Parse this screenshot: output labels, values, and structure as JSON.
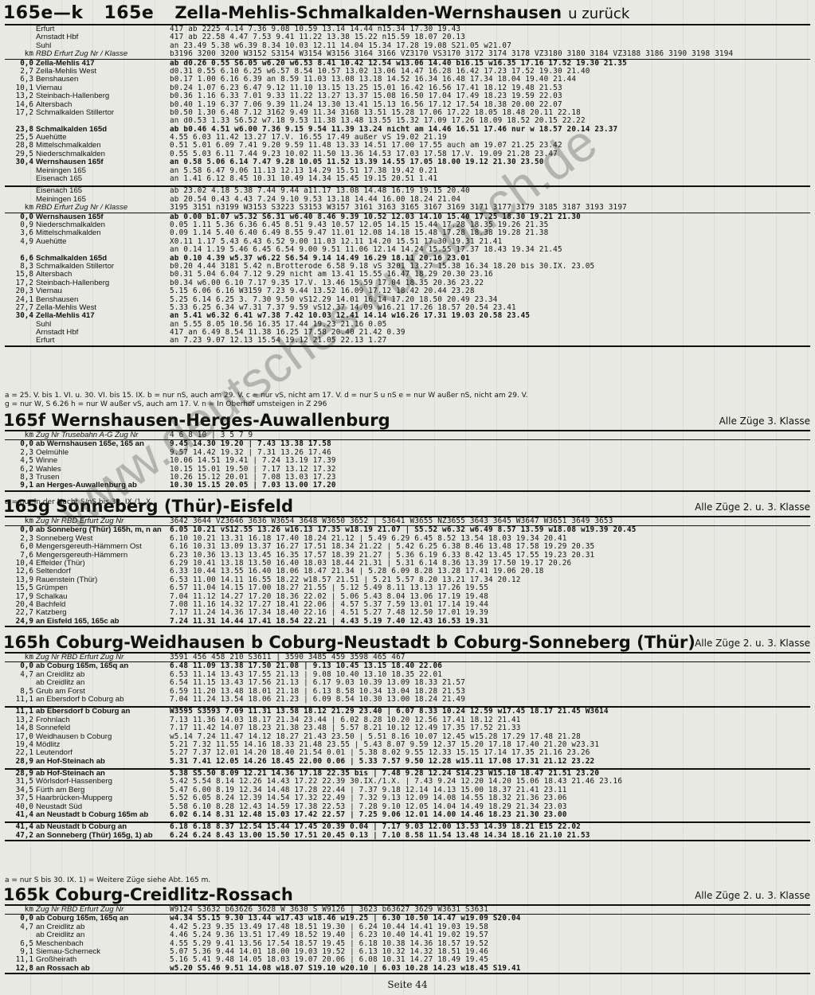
{
  "page": {
    "group_label": "165e—k",
    "page_number": "Seite 44",
    "watermark": "www.deutsches-kursbuch.de"
  },
  "sections": [
    {
      "id": "165e",
      "number": "165e",
      "title": "Zella-Mehlis-Schmalkalden-Wernshausen",
      "suffix": "u zurück",
      "note": "",
      "rows": [
        {
          "km": "",
          "station": "Erfurt",
          "times": "417 ab 2225  4.14  7.36 9.08 10.59 13.14 14.44 n15.34 17.30 19.43"
        },
        {
          "km": "",
          "station": "Arnstadt Hbf",
          "times": "417 ab 22.58 4.47 7.53 9.41 11.22 13.38 15.22 n15.59 18.07 20.13"
        },
        {
          "km": "",
          "station": "Suhl",
          "times": "an 23.49 5.38 w6.39 8.34 10.03 12.11 14.04 15.34 17.28 19.08 S21.05 w21.07"
        },
        {
          "km": "km",
          "station": "RBD Erfurt  Zug Nr / Klasse",
          "times": "b3196 3200 3200 W3152 S3154 W3154 W3156 3164 3166 VZ3170 VS3170 3172 3174 3178 VZ3180 3180 3184 VZ3188 3186 3190 3198 3194",
          "header": true
        },
        {
          "km": "0,0",
          "station": "Zella-Mehlis 417",
          "times": "ab d0.26 0.55 S6.05 w6.20 w6.53 8.41 10.42 12.54 w13.06 14.40 b16.15 w16.35 17.16 17.52 19.30 21.35",
          "bold": true
        },
        {
          "km": "2,7",
          "station": "Zella-Mehlis West",
          "times": "d0.31 0.55 6.10 6.25 w6.57 8.54 10.57 13.02 13.06 14.47 16.28 16.42 17.23 17.52 19.30 21.40"
        },
        {
          "km": "6,3",
          "station": "Benshausen",
          "times": "b0.17 1.00 6.16 6.39 an 8.59 11.03 13.08 13.18 14.52 16.34 16.48 17.34 18.04 19.40 21.44"
        },
        {
          "km": "10,1",
          "station": "Viernau",
          "times": "b0.24 1.07 6.23 6.47 9.12 11.10 13.15 13.25 15.01 16.42 16.56 17.41 18.12 19.48 21.53"
        },
        {
          "km": "13,2",
          "station": "Steinbach-Hallenberg",
          "times": "b0.36 1.16 6.33 7.01 9.33 11.22 13.27 13.37 15.08 16.50 17.04 17.49 18.23 19.59 22.03"
        },
        {
          "km": "14,6",
          "station": "Altersbach",
          "times": "b0.40 1.19 6.37 7.06 9.39 11.24 13.30 13.41 15.13 16.56 17.12 17.54 18.38 20.00 22.07"
        },
        {
          "km": "17,2",
          "station": "Schmalkalden Stillertor",
          "times": "b0.50 1.30 6.48 7.12 3162 9.49 11.34 3168 13.51 15.28 17.06 17.22 18.05 18.48 20.11 22.18"
        },
        {
          "km": "",
          "station": "",
          "times": "an d0.53 1.33 S6.52 w7.18 9.53 11.38 13.48 13.55 15.32 17.09 17.26 18.09 18.52 20.15 22.22"
        },
        {
          "km": "23,8",
          "station": "Schmalkalden 165d",
          "times": "ab b0.46 4.51 w6.00 7.36 9.15 9.54 11.39 13.24 nicht am 14.46 16.51 17.46 nur w 18.57 20.14 23.37",
          "bold": true
        },
        {
          "km": "25,5",
          "station": "Auehütte",
          "times": "4.55 6.03 11.42 13.27 17.V. 16.55 17.49 außer vS 19.02 21.19"
        },
        {
          "km": "28,8",
          "station": "Mittelschmalkalden",
          "times": "0.51 5.01 6.09 7.41 9.20 9.59 11.48 13.33 14.51 17.00 17.55 auch am 19.07 21.25 23.42"
        },
        {
          "km": "29,5",
          "station": "Niederschmalkalden",
          "times": "0.55 5.03 6.11 7.44 9.23 10.02 11.50 13.36 14.53 17.03 17.58 17.V. 19.09 21.28 23.47"
        },
        {
          "km": "30,4",
          "station": "Wernshausen 165f",
          "times": "an 0.58 5.06 6.14 7.47 9.28 10.05 11.52 13.39 14.55 17.05 18.00 19.12 21.30 23.50",
          "bold": true
        },
        {
          "km": "",
          "station": "Meiningen 165",
          "times": "an 5.58 6.47 9.06 11.13 12.13 14.29 15.51 17.38 19.42 0.21"
        },
        {
          "km": "",
          "station": "Eisenach 165",
          "times": "an 1.41 6.12 8.45 10.31 10.49 14.34 15.45 19.15 20.51 1.41"
        },
        {
          "km": "",
          "station": "",
          "times": "",
          "sep": true
        },
        {
          "km": "",
          "station": "Eisenach 165",
          "times": "ab 23.02 4.18 5.38 7.44 9.44 a11.17 13.08 14.48 16.19 19.15 20.40"
        },
        {
          "km": "",
          "station": "Meiningen 165",
          "times": "ab 20.54 0.43 4.43 7.24 9.10 9.53 13.18 14.44 16.00 18.24 21.04"
        },
        {
          "km": "km",
          "station": "RBD Erfurt  Zug Nr / Klasse",
          "times": "3195 3151 n3199 W3153 S3223 S3153 W3157 3161 3163 3165 3167 3169 3171 3177 3179 3185 3187 3193 3197",
          "header": true
        },
        {
          "km": "0,0",
          "station": "Wernshausen 165f",
          "times": "ab 0.00 b1.07 w5.32 S6.31 w6.40 8.46 9.39 10.52 12.03 14.10 15.40 17.25 18.30 19.21 21.30",
          "bold": true
        },
        {
          "km": "0,9",
          "station": "Niederschmalkalden",
          "times": "0.05 1.11 5.36 6.36 6.45 8.51 9.43 10.57 12.05 14.15 15.44 17.28 18.35 19.26 21.35"
        },
        {
          "km": "3,6",
          "station": "Mittelschmalkalden",
          "times": "0.09 1.14 5.40 6.40 6.49 8.55 9.47 11.01 12.08 14.18 15.48 17.28 18.38 19.28 21.38"
        },
        {
          "km": "4,9",
          "station": "Auehütte",
          "times": "X0.11 1.17 5.43 6.43 6.52 9.00 11.03 12.11 14.20 15.51 17.30 19.31 21.41"
        },
        {
          "km": "",
          "station": "",
          "times": "an 0.14 1.19 5.46 6.45 6.54 9.00 9.51 11.06 12.14 14.24 15.55 17.37 18.43 19.34 21.45"
        },
        {
          "km": "6,6",
          "station": "Schmalkalden 165d",
          "times": "ab 0.10 4.39 w5.37 w6.22 S6.54 9.14 14.49 16.29 18.11 20.16 23.01",
          "bold": true
        },
        {
          "km": "8,3",
          "station": "Schmalkalden Stillertor",
          "times": "b0.20 4.44 3181 5.42 n.Brotterode 6.58 9.18 vS 3201 13.27 15.38 16.34 18.20 bis 30.IX. 23.05"
        },
        {
          "km": "15,8",
          "station": "Altersbach",
          "times": "b0.31 5.04 6.04 7.12 9.29 nicht am 13.41 15.55 16.47 18.29 20.30 23.16"
        },
        {
          "km": "17,2",
          "station": "Steinbach-Hallenberg",
          "times": "b0.34 w6.00 6.10 7.17 9.35 17.V. 13.46 15.59 17.04 18.35 20.36 23.22"
        },
        {
          "km": "20,3",
          "station": "Viernau",
          "times": "5.15 6.06 6.16 W3159 7.23 9.44 13.52 16.09 17.12 18.42 20.44 23.28"
        },
        {
          "km": "24,1",
          "station": "Benshausen",
          "times": "5.25 6.14 6.25 3. 7.30 9.50 vS12.29 14.01 16.14 17.20 18.50 20.49 23.34"
        },
        {
          "km": "27,7",
          "station": "Zella-Mehlis West",
          "times": "5.33 6.25 6.34 w7.31 7.37 9.59 vS12.37 14.09 w16.21 17.26 18.57 20.54 23.41"
        },
        {
          "km": "30,4",
          "station": "Zella-Mehlis 417",
          "times": "an 5.41 w6.32 6.41 w7.38 7.42 10.03 12.41 14.14 w16.26 17.31 19.03 20.58 23.45",
          "bold": true
        },
        {
          "km": "",
          "station": "Suhl",
          "times": "an 5.55 8.05 10.56 16.35 17.44 19.23 21.16 0.05"
        },
        {
          "km": "",
          "station": "Arnstadt Hbf",
          "times": "417 an 6.49 8.54 11.38 16.25 17.58 20.40 21.42 0.39"
        },
        {
          "km": "",
          "station": "Erfurt",
          "times": "an 7.23 9.07 12.13 15.54 19.12 21.05 22.13 1.27"
        }
      ],
      "footnotes": [
        "a = 25. V. bis 1. VI. u. 30. VI. bis 15. IX.   b = nur nS, auch am 29. V.   c = nur vS, nicht am 17. V.   d = nur S u nS   e = nur W außer nS, nicht am 29. V.",
        "g = nur W, S 6.26   h = nur W außer vS, auch am 17. V.   n = In Oberhof umsteigen in Z 296"
      ]
    },
    {
      "id": "165f",
      "number": "",
      "title": "165f Wernshausen-Herges-Auwallenburg",
      "suffix": "",
      "note": "Alle Züge 3. Klasse",
      "rows": [
        {
          "km": "km",
          "station": "Zug Nr  Trusebahn A-G  Zug Nr",
          "times": "4  6  8  10 | 3  5  7  9",
          "header": true
        },
        {
          "km": "0,0",
          "station": "ab Wernshausen 165e, 165 an",
          "times": "9.45 14.30 19.20 | 7.43 13.38 17.58",
          "bold": true
        },
        {
          "km": "2,3",
          "station": "Oelmühle",
          "times": "9.57 14.42 19.32 | 7.31 13.26 17.46"
        },
        {
          "km": "4,5",
          "station": "Winne",
          "times": "10.06 14.51 19.41 | 7.24 13.19 17.39"
        },
        {
          "km": "6,2",
          "station": "Wahles",
          "times": "10.15 15.01 19.50 | 7.17 13.12 17.32"
        },
        {
          "km": "8,3",
          "station": "Trusen",
          "times": "10.26 15.12 20.01 | 7.08 13.03 17.23"
        },
        {
          "km": "9,1",
          "station": "an Herges-Auwallenburg ab",
          "times": "10.30 15.15 20.05 | 7.03 13.00 17.20",
          "bold": true
        }
      ],
      "footnotes": [
        "a = nur in der Nacht S/nS bis 30. IX./1. X."
      ]
    },
    {
      "id": "165g",
      "number": "",
      "title": "165g Sonneberg (Thür)-Eisfeld",
      "suffix": "",
      "note": "Alle Züge 2. u. 3. Klasse",
      "rows": [
        {
          "km": "km",
          "station": "Zug Nr  RBD Erfurt  Zug Nr",
          "times": "3642 3644 VZ3646 3636 W3654 3648 W3650 3652 | S3641 W3655 NZ3655 3643 3645 W3647 W3651 3649 3653",
          "header": true
        },
        {
          "km": "0,0",
          "station": "ab Sonneberg (Thür) 165h, m, n an",
          "times": "6.05 10.21 vS12.55 13.26 w16.13 17.35 w18.19 21.07 | S5.52 w6.32 w6.49 8.57 13.59 w18.08 w19.39 20.45",
          "bold": true
        },
        {
          "km": "2,3",
          "station": "Sonneberg West",
          "times": "6.10 10.21 13.31 16.18 17.40 18.24 21.12 | 5.49 6.29 6.45 8.52 13.54 18.03 19.34 20.41"
        },
        {
          "km": "6,0",
          "station": "Mengersgereuth-Hämmern Ost",
          "times": "6.16 10.31 13.09 13.37 16.27 17.51 18.34 21.22 | 5.42 6.25 6.38 8.46 13.48 17.58 19.29 20.35"
        },
        {
          "km": "7,6",
          "station": "Mengersgereuth-Hämmern",
          "times": "6.23 10.36 13.13 13.45 16.35 17.57 18.39 21.27 | 5.36 6.19 6.33 8.42 13.45 17.55 19.23 20.31"
        },
        {
          "km": "10,4",
          "station": "Effelder (Thür)",
          "times": "6.29 10.41 13.18 13.50 16.40 18.03 18.44 21.31 | 5.31 6.14 8.36 13.39 17.50 19.17 20.26"
        },
        {
          "km": "12,6",
          "station": "Seltendorf",
          "times": "6.33 10.44 13.55 16.40 18.06 18.47 21.34 | 5.28 6.09 8.28 13.28 17.41 19.06 20.18"
        },
        {
          "km": "13,9",
          "station": "Rauenstein (Thür)",
          "times": "6.53 11.00 14.11 16.55 18.22 w18.57 21.51 | 5.21 5.57 8.20 13.21 17.34 20.12"
        },
        {
          "km": "15,5",
          "station": "Grümpen",
          "times": "6.57 11.04 14.15 17.00 18.27 21.55 | 5.12 5.49 8.11 13.13 17.26 19.55"
        },
        {
          "km": "17,9",
          "station": "Schalkau",
          "times": "7.04 11.12 14.27 17.20 18.36 22.02 | 5.06 5.43 8.04 13.06 17.19 19.48"
        },
        {
          "km": "20,4",
          "station": "Bachfeld",
          "times": "7.08 11.16 14.32 17.27 18.41 22.06 | 4.57 5.37 7.59 13.01 17.14 19.44"
        },
        {
          "km": "22,7",
          "station": "Katzberg",
          "times": "7.17 11.24 14.36 17.34 18.40 22.16 | 4.51 5.27 7.48 12.50 17.01 19.39"
        },
        {
          "km": "24,9",
          "station": "an Eisfeld 165, 165c ab",
          "times": "7.24 11.31 14.44 17.41 18.54 22.21 | 4.43 5.19 7.40 12.43 16.53 19.31",
          "bold": true
        }
      ],
      "footnotes": []
    },
    {
      "id": "165h",
      "number": "",
      "title": "165h Coburg-Weidhausen b Coburg-Neustadt b Coburg-Sonneberg (Thür)",
      "suffix": "",
      "note": "Alle Züge 2. u. 3. Klasse",
      "rows": [
        {
          "km": "km",
          "station": "Zug Nr  RBD Erfurt  Zug Nr",
          "times": "3591 456 458 210 S3611 | 3590 3485 459 3598 465 467",
          "header": true
        },
        {
          "km": "0,0",
          "station": "ab Coburg 165m, 165q an",
          "times": "6.48 11.09 13.38 17.50 21.08 | 9.13 10.45 13.15 18.40 22.06",
          "bold": true
        },
        {
          "km": "4,7",
          "station": "an Creidlitz ab",
          "times": "6.53 11.14 13.43 17.55 21.13 | 9.08 10.40 13.10 18.35 22.01"
        },
        {
          "km": "",
          "station": "ab Creidlitz an",
          "times": "6.54 11.15 13.43 17.56 21.13 | 6.17 9.03 10.39 13.09 18.33 21.57"
        },
        {
          "km": "8,5",
          "station": "Grub am Forst",
          "times": "6.59 11.20 13.48 18.01 21.18 | 6.13 8.58 10.34 13.04 18.28 21.53"
        },
        {
          "km": "11,1",
          "station": "an Ebersdorf b Coburg ab",
          "times": "7.04 11.24 13.54 18.06 21.23 | 6.09 8.54 10.30 13.00 18.24 21.49"
        },
        {
          "km": "",
          "station": "",
          "times": "",
          "sep": true
        },
        {
          "km": "11,1",
          "station": "ab Ebersdorf b Coburg an",
          "times": "W3595 S3593 7.09 11.31 13.58 18.12 21.29 23.40 | 6.07 8.33 10.24 12.59 w17.45 18.17 21.45 W3614",
          "bold": true
        },
        {
          "km": "13,2",
          "station": "Frohnlach",
          "times": "7.13 11.36 14.03 18.17 21.34 23.44 | 6.02 8.28 10.20 12.56 17.41 18.12 21.41"
        },
        {
          "km": "14,8",
          "station": "Sonnefeld",
          "times": "7.17 11.42 14.07 18.23 21.38 23.48 | 5.57 8.21 10.12 12.49 17.35 17.52 21.33"
        },
        {
          "km": "17,0",
          "station": "Weidhausen b Coburg",
          "times": "w5.14 7.24 11.47 14.12 18.27 21.43 23.50 | 5.51 8.16 10.07 12.45 w15.28 17.29 17.48 21.28"
        },
        {
          "km": "19,4",
          "station": "Mödlitz",
          "times": "5.21 7.32 11.55 14.16 18.33 21.48 23.55 | 5.43 8.07 9.59 12.37 15.20 17.18 17.40 21.20 w23.31"
        },
        {
          "km": "22,1",
          "station": "Leutendorf",
          "times": "5.27 7.37 12.01 14.20 18.40 21.54 0.01 | 5.38 8.02 9.55 12.33 15.15 17.14 17.35 21.16 23.26"
        },
        {
          "km": "28,9",
          "station": "an Hof-Steinach ab",
          "times": "5.31 7.41 12.05 14.26 18.45 22.00 0.06 | 5.33 7.57 9.50 12.28 w15.11 17.08 17.31 21.12 23.22",
          "bold": true
        },
        {
          "km": "",
          "station": "",
          "times": "",
          "sep": true
        },
        {
          "km": "28,9",
          "station": "ab Hof-Steinach an",
          "times": "5.38 S5.50 8.09 12.21 14.36 17.18 22.35 bis | 7.48 9.28 12.24 S14.23 W15.10 18.47 21.51 23.20",
          "bold": true
        },
        {
          "km": "31,5",
          "station": "Wörlsdorf-Hassenberg",
          "times": "5.42 5.54 8.14 12.26 14.43 17.22 22.39 30.IX./1.X. | 7.43 9.24 12.20 14.20 15.06 18.43 21.46 23.16"
        },
        {
          "km": "34,5",
          "station": "Fürth am Berg",
          "times": "5.47 6.00 8.19 12.34 14.48 17.28 22.44 | 7.37 9.18 12.14 14.13 15.00 18.37 21.41 23.11"
        },
        {
          "km": "37,5",
          "station": "Haarbrücken-Mupperg",
          "times": "5.52 6.05 8.24 12.39 14.54 17.32 22.49 | 7.32 9.13 12.09 14.08 14.55 18.32 21.36 23.06"
        },
        {
          "km": "40,0",
          "station": "Neustadt Süd",
          "times": "5.58 6.10 8.28 12.43 14.59 17.38 22.53 | 7.28 9.10 12.05 14.04 14.49 18.29 21.34 23.03"
        },
        {
          "km": "41,4",
          "station": "an Neustadt b Coburg 165m ab",
          "times": "6.02 6.14 8.31 12.48 15.03 17.42 22.57 | 7.25 9.06 12.01 14.00 14.46 18.23 21.30 23.00",
          "bold": true
        },
        {
          "km": "",
          "station": "",
          "times": "",
          "sep": true
        },
        {
          "km": "41,4",
          "station": "ab Neustadt b Coburg an",
          "times": "6.18 6.18 8.37 12.54 15.44 17.45 20.39 0.04 | 7.17 9.03 12.00 13.53 14.39 18.21 E15 22.02",
          "bold": true
        },
        {
          "km": "47,2",
          "station": "an Sonneberg (Thür) 165g, 1) ab",
          "times": "6.24 6.24 8.43 13.00 15.50 17.51 20.45 0.13 | 7.10 8.58 11.54 13.48 14.34 18.16 21.10 21.53",
          "bold": true
        }
      ],
      "footnotes": [
        "a = nur S bis 30. IX.   1) = Weitere Züge siehe Abt. 165 m."
      ]
    },
    {
      "id": "165k",
      "number": "",
      "title": "165k Coburg-Creidlitz-Rossach",
      "suffix": "",
      "note": "Alle Züge 2. u. 3. Klasse",
      "rows": [
        {
          "km": "km",
          "station": "Zug Nr  RBD Erfurt  Zug Nr",
          "times": "W9124 S3632 b63626 3628 W 3630 S W9126 | 3623 b63627 3629 W3631 S3631",
          "header": true
        },
        {
          "km": "0,0",
          "station": "ab Coburg 165m, 165q an",
          "times": "w4.34 S5.15 9.30 13.44 w17.43 w18.46 w19.25 | 6.30 10.50 14.47 w19.09 S20.04",
          "bold": true
        },
        {
          "km": "4,7",
          "station": "an Creidlitz ab",
          "times": "4.42 5.23 9.35 13.49 17.48 18.51 19.30 | 6.24 10.44 14.41 19.03 19.58"
        },
        {
          "km": "",
          "station": "ab Creidlitz an",
          "times": "4.46 5.24 9.36 13.51 17.49 18.52 19.40 | 6.23 10.40 14.41 19.02 19.57"
        },
        {
          "km": "6,5",
          "station": "Meschenbach",
          "times": "4.55 5.29 9.41 13.56 17.54 18.57 19.45 | 6.18 10.38 14.36 18.57 19.52"
        },
        {
          "km": "9,1",
          "station": "Siemau-Scherneck",
          "times": "5.07 5.36 9.44 14.01 18.00 19.03 19.52 | 6.13 10.32 14.32 18.51 19.46"
        },
        {
          "km": "11,1",
          "station": "Großheirath",
          "times": "5.16 5.41 9.48 14.05 18.03 19.07 20.06 | 6.08 10.31 14.27 18.49 19.45"
        },
        {
          "km": "12,8",
          "station": "an Rossach ab",
          "times": "w5.20 S5.46 9.51 14.08 w18.07 S19.10 w20.10 | 6.03 10.28 14.23 w18.45 S19.41",
          "bold": true
        }
      ],
      "footnotes": []
    }
  ]
}
